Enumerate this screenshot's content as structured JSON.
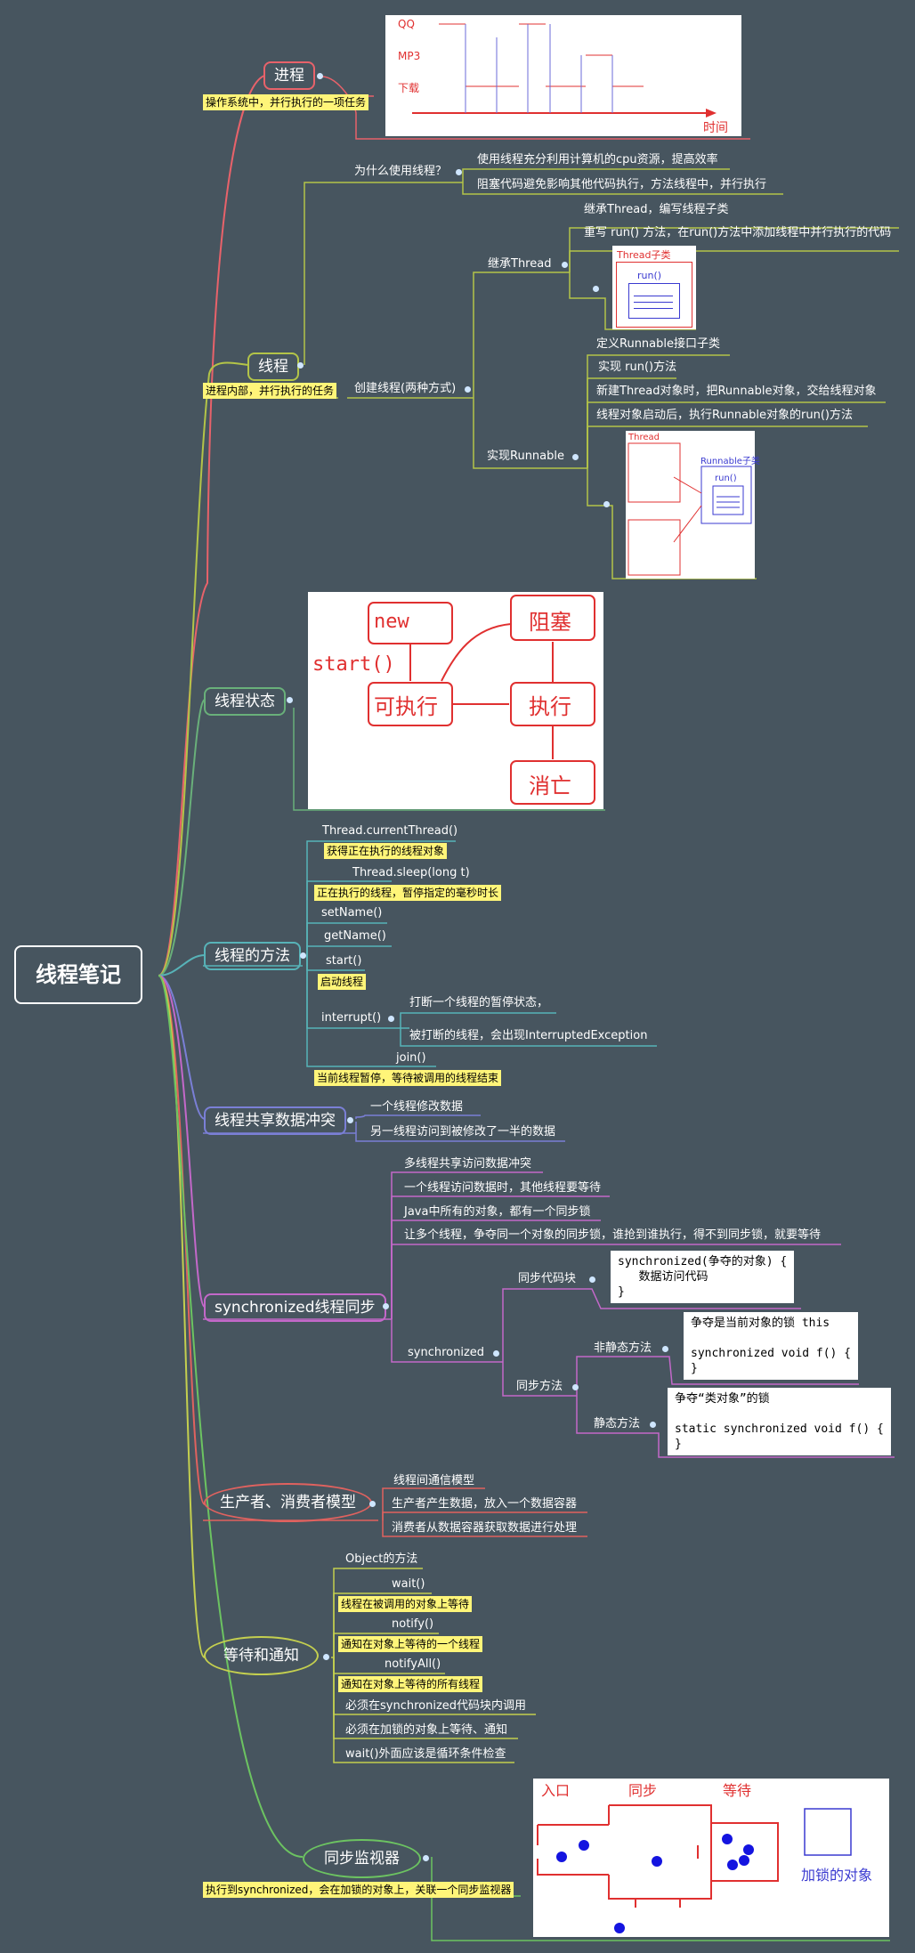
{
  "root": "线程笔记",
  "proc": {
    "title": "进程",
    "note": "操作系统中，并行执行的一项任务",
    "img_qq": "QQ",
    "img_mp3": "MP3",
    "img_dl": "下载",
    "img_time": "时间"
  },
  "thread": {
    "title": "线程",
    "note": "进程内部，并行执行的任务",
    "why": "为什么使用线程？",
    "why1": "使用线程充分利用计算机的cpu资源，提高效率",
    "why2": "阻塞代码避免影响其他代码执行，方法线程中，并行执行",
    "create": "创建线程(两种方式)",
    "ext": "继承Thread",
    "ext1": "继承Thread，编写线程子类",
    "ext2": "重写 run() 方法，在run()方法中添加线程中并行执行的代码",
    "ext_img_t": "Thread子类",
    "ext_img_run": "run()",
    "run": "实现Runnable",
    "run1": "定义Runnable接口子类",
    "run2": "实现 run()方法",
    "run3": "新建Thread对象时，把Runnable对象，交给线程对象",
    "run4": "线程对象启动后，执行Runnable对象的run()方法",
    "run_img_thread": "Thread",
    "run_img_sub": "Runnable子类",
    "run_img_run": "run()"
  },
  "state": {
    "title": "线程状态",
    "s_new": "new",
    "s_start": "start()",
    "s_run": "可执行",
    "s_block": "阻塞",
    "s_exec": "执行",
    "s_dead": "消亡"
  },
  "methods": {
    "title": "线程的方法",
    "m1": "Thread.currentThread()",
    "m1n": "获得正在执行的线程对象",
    "m2": "Thread.sleep(long t)",
    "m2n": "正在执行的线程，暂停指定的毫秒时长",
    "m3": "setName()",
    "m4": "getName()",
    "m5": "start()",
    "m5n": "启动线程",
    "m6": "interrupt()",
    "m6a": "打断一个线程的暂停状态，",
    "m6b": "被打断的线程，会出现InterruptedException",
    "m7": "join()",
    "m7n": "当前线程暂停，等待被调用的线程结束"
  },
  "conflict": {
    "title": "线程共享数据冲突",
    "c1": "一个线程修改数据",
    "c2": "另一线程访问到被修改了一半的数据"
  },
  "sync": {
    "title": "synchronized线程同步",
    "s1": "多线程共享访问数据冲突",
    "s2": "一个线程访问数据时，其他线程要等待",
    "s3": "Java中所有的对象，都有一个同步锁",
    "s4": "让多个线程，争夺同一个对象的同步锁，谁抢到谁执行，得不到同步锁，就要等待",
    "kw": "synchronized",
    "block": "同步代码块",
    "block_code": "synchronized(争夺的对象) {\n   数据访问代码\n}",
    "method": "同步方法",
    "ns": "非静态方法",
    "ns_code": "争夺是当前对象的锁 this\n\nsynchronized void f() {\n}",
    "st": "静态方法",
    "st_code": "争夺“类对象”的锁\n\nstatic synchronized void f() {\n}"
  },
  "pc": {
    "title": "生产者、消费者模型",
    "p1": "线程间通信模型",
    "p2": "生产者产生数据，放入一个数据容器",
    "p3": "消费者从数据容器获取数据进行处理"
  },
  "wait": {
    "title": "等待和通知",
    "w0": "Object的方法",
    "w1": "wait()",
    "w1n": "线程在被调用的对象上等待",
    "w2": "notify()",
    "w2n": "通知在对象上等待的一个线程",
    "w3": "notifyAll()",
    "w3n": "通知在对象上等待的所有线程",
    "w4": "必须在synchronized代码块内调用",
    "w5": "必须在加锁的对象上等待、通知",
    "w6": "wait()外面应该是循环条件检查"
  },
  "monitor": {
    "title": "同步监视器",
    "note": "执行到synchronized，会在加锁的对象上，关联一个同步监视器",
    "i_in": "入口",
    "i_sync": "同步",
    "i_wait": "等待",
    "i_obj": "加锁的对象"
  },
  "colors": {
    "bg": "#47555f",
    "proc": "#e8626a",
    "thread": "#b3c448",
    "state": "#69b07a",
    "method": "#57b3b8",
    "conflict": "#7a7fd6",
    "sync": "#c368c9",
    "pc": "#e0625f",
    "wait": "#c4cf4f",
    "monitor": "#6cc361",
    "highlight": "#fff579"
  }
}
